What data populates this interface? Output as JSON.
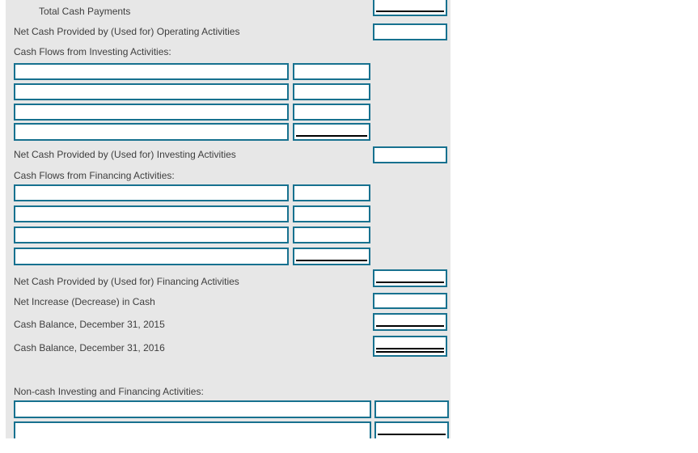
{
  "colors": {
    "page_bg": "#ffffff",
    "panel_bg": "#e7e7e7",
    "cell_border": "#17718f",
    "rule_line": "#000000",
    "label_text": "#3e3e3e"
  },
  "statement": {
    "total_cash_payments": {
      "label": "Total Cash Payments",
      "value": ""
    },
    "net_operating": {
      "label": "Net Cash Provided by (Used for) Operating Activities",
      "value": ""
    },
    "investing": {
      "header": "Cash Flows from Investing Activities:",
      "rows": [
        {
          "desc": "",
          "amount": ""
        },
        {
          "desc": "",
          "amount": ""
        },
        {
          "desc": "",
          "amount": ""
        },
        {
          "desc": "",
          "amount": ""
        }
      ],
      "net": {
        "label": "Net Cash Provided by (Used for) Investing Activities",
        "value": ""
      }
    },
    "financing": {
      "header": "Cash Flows from Financing Activities:",
      "rows": [
        {
          "desc": "",
          "amount": ""
        },
        {
          "desc": "",
          "amount": ""
        },
        {
          "desc": "",
          "amount": ""
        },
        {
          "desc": "",
          "amount": ""
        }
      ],
      "net": {
        "label": "Net Cash Provided by (Used for) Financing Activities",
        "value": ""
      }
    },
    "net_increase": {
      "label": "Net Increase (Decrease) in Cash",
      "value": ""
    },
    "cash_balance_2015": {
      "label": "Cash Balance, December 31, 2015",
      "value": ""
    },
    "cash_balance_2016": {
      "label": "Cash Balance, December 31, 2016",
      "value": ""
    },
    "noncash": {
      "header": "Non-cash Investing and Financing Activities:",
      "rows": [
        {
          "desc": "",
          "amount": ""
        },
        {
          "desc": "",
          "amount": ""
        }
      ]
    }
  }
}
